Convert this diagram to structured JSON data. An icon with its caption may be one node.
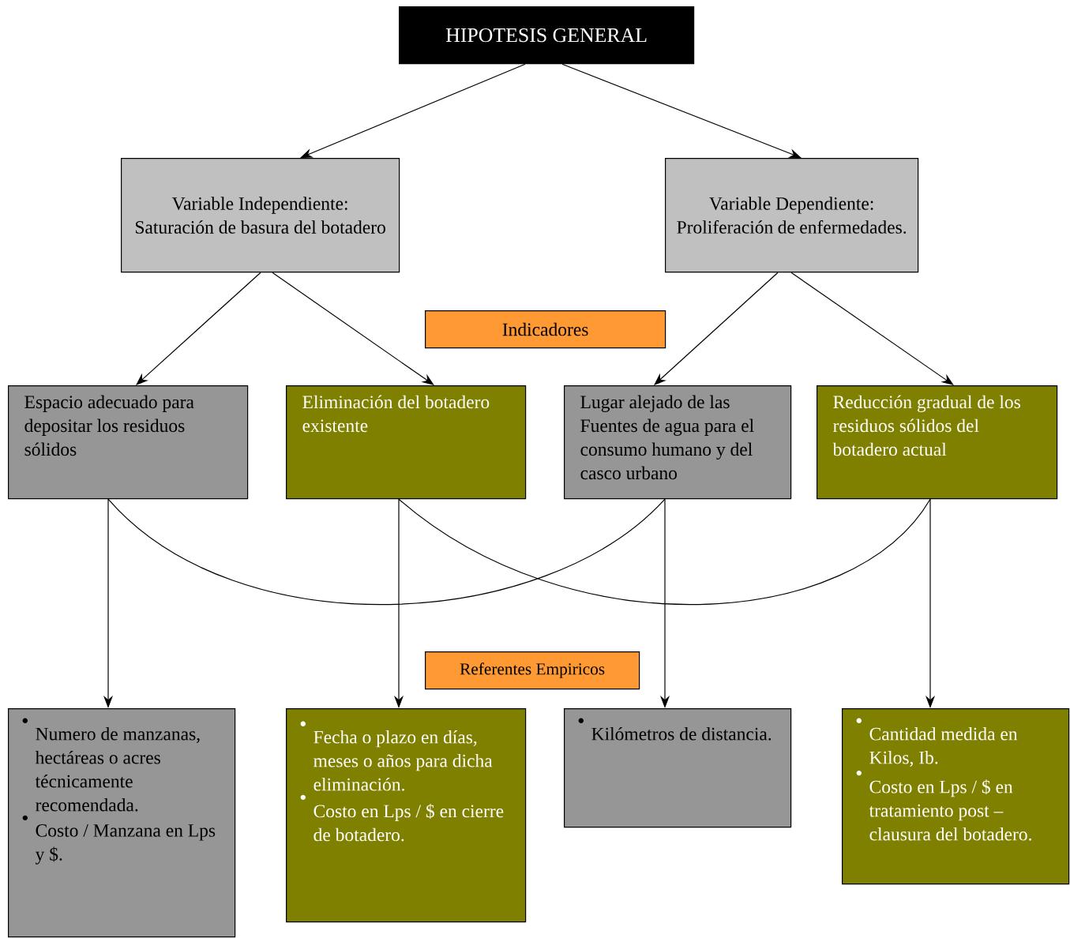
{
  "diagram": {
    "nodes": [
      {
        "text": [
          "HIPOTESIS GENERAL"
        ]
      },
      {
        "text": [
          "Variable Independiente: Saturación de basura del botadero"
        ]
      },
      {
        "text": [
          "Variable Dependiente: Proliferación de enfermedades."
        ]
      },
      {
        "text": [
          "Indicadores"
        ]
      },
      {
        "text": [
          "Espacio adecuado para depositar los residuos sólidos"
        ]
      },
      {
        "text": [
          "Eliminación del botadero existente"
        ]
      },
      {
        "text": [
          "Lugar alejado de las Fuentes de agua para el consumo humano y del casco urbano"
        ]
      },
      {
        "text": [
          "Reducción gradual de los residuos sólidos del botadero actual"
        ]
      },
      {
        "text": [
          "Referentes Empiricos"
        ]
      },
      {
        "text": [
          "Numero de manzanas, hectáreas o acres técnicamente recomendada.",
          "Costo / Manzana en Lps y $."
        ]
      },
      {
        "text": [
          "Fecha o plazo en días, meses o años para dicha eliminación.",
          "Costo en Lps / $ en cierre de botadero."
        ]
      },
      {
        "text": [
          "Kilómetros de distancia."
        ]
      },
      {
        "text": [
          "Cantidad medida en Kilos, Ib.",
          "Costo en Lps / $ en tratamiento post – clausura del botadero."
        ]
      }
    ],
    "edges": [
      {
        "from": 0,
        "to": 1,
        "arrow": "to"
      },
      {
        "from": 0,
        "to": 2,
        "arrow": "to"
      },
      {
        "from": 1,
        "to": 4,
        "arrow": "to"
      },
      {
        "from": 1,
        "to": 5,
        "arrow": "to"
      },
      {
        "from": 2,
        "to": 6,
        "arrow": "to"
      },
      {
        "from": 2,
        "to": 7,
        "arrow": "to"
      },
      {
        "from": 4,
        "to": 6,
        "arrow": "none"
      },
      {
        "from": 5,
        "to": 7,
        "arrow": "none"
      },
      {
        "from": 4,
        "to": 9,
        "arrow": "to"
      },
      {
        "from": 5,
        "to": 10,
        "arrow": "to"
      },
      {
        "from": 6,
        "to": 11,
        "arrow": "to"
      },
      {
        "from": 7,
        "to": 12,
        "arrow": "to"
      }
    ]
  }
}
